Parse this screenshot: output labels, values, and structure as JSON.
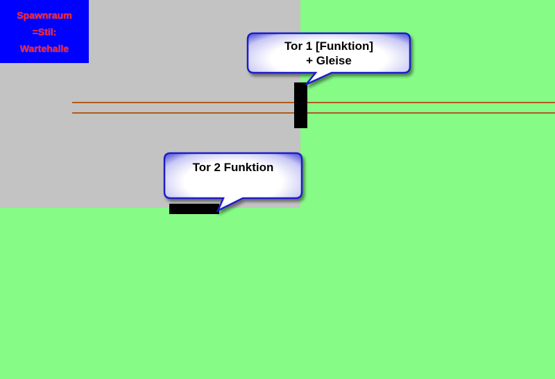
{
  "colors": {
    "grass": "#86fb86",
    "room_floor": "#c3c3c3",
    "label_background": "#0000ff",
    "label_text": "#ff2020",
    "rail": "#b05a1e",
    "gate": "#000000",
    "callout_border": "#1e1ec8",
    "callout_fill": "#ffffff"
  },
  "spawn_label": {
    "line1": "Spawnraum",
    "line2": "=Stil:",
    "line3": "Wartehalle"
  },
  "callouts": {
    "gate1_line1": "Tor 1 [Funktion]",
    "gate1_line2": "+ Gleise",
    "gate2": "Tor 2 Funktion"
  }
}
